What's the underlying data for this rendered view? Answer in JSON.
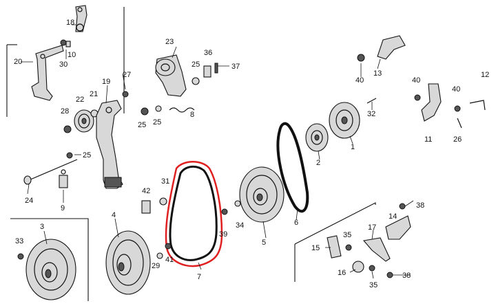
{
  "diagram": {
    "highlight_color": "#e02020",
    "ink_color": "#111111",
    "callouts": {
      "c1": "1",
      "c2": "2",
      "c3": "3",
      "c4": "4",
      "c5": "5",
      "c6": "6",
      "c7": "7",
      "c8": "8",
      "c9": "9",
      "c10": "10",
      "c11": "11",
      "c12": "12",
      "c13": "13",
      "c14": "14",
      "c15": "15",
      "c16": "16",
      "c17": "17",
      "c18": "18",
      "c19": "19",
      "c20": "20",
      "c21": "21",
      "c22": "22",
      "c23": "23",
      "c24": "24",
      "c25a": "25",
      "c25b": "25",
      "c25c": "25",
      "c25d": "25",
      "c26": "26",
      "c27": "27",
      "c28": "28",
      "c29": "29",
      "c30": "30",
      "c31": "31",
      "c32": "32",
      "c33": "33",
      "c34": "34",
      "c35a": "35",
      "c35b": "35",
      "c36": "36",
      "c37": "37",
      "c38a": "38",
      "c38b": "38",
      "c39": "39",
      "c40a": "40",
      "c40b": "40",
      "c40c": "40",
      "c41": "41",
      "c42": "42"
    }
  }
}
